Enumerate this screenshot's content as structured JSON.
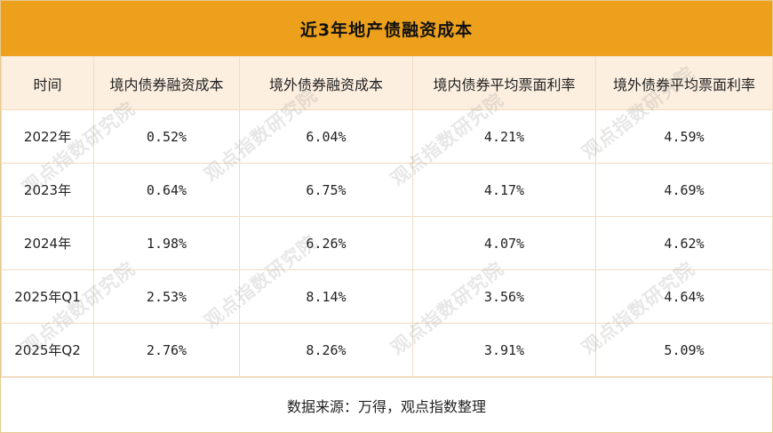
{
  "title": "近3年地产债融资成本",
  "columns": [
    "时间",
    "境内债券融资成本",
    "境外债券融资成本",
    "境内债券平均票面利率",
    "境外债券平均票面利率"
  ],
  "rows": [
    [
      "2022年",
      "0.52%",
      "6.04%",
      "4.21%",
      "4.59%"
    ],
    [
      "2023年",
      "0.64%",
      "6.75%",
      "4.17%",
      "4.69%"
    ],
    [
      "2024年",
      "1.98%",
      "6.26%",
      "4.07%",
      "4.62%"
    ],
    [
      "2025年Q1",
      "2.53%",
      "8.14%",
      "3.56%",
      "4.64%"
    ],
    [
      "2025年Q2",
      "2.76%",
      "8.26%",
      "3.91%",
      "5.09%"
    ]
  ],
  "source": "数据来源：万得，观点指数整理",
  "watermark": "观点指数研究院"
}
